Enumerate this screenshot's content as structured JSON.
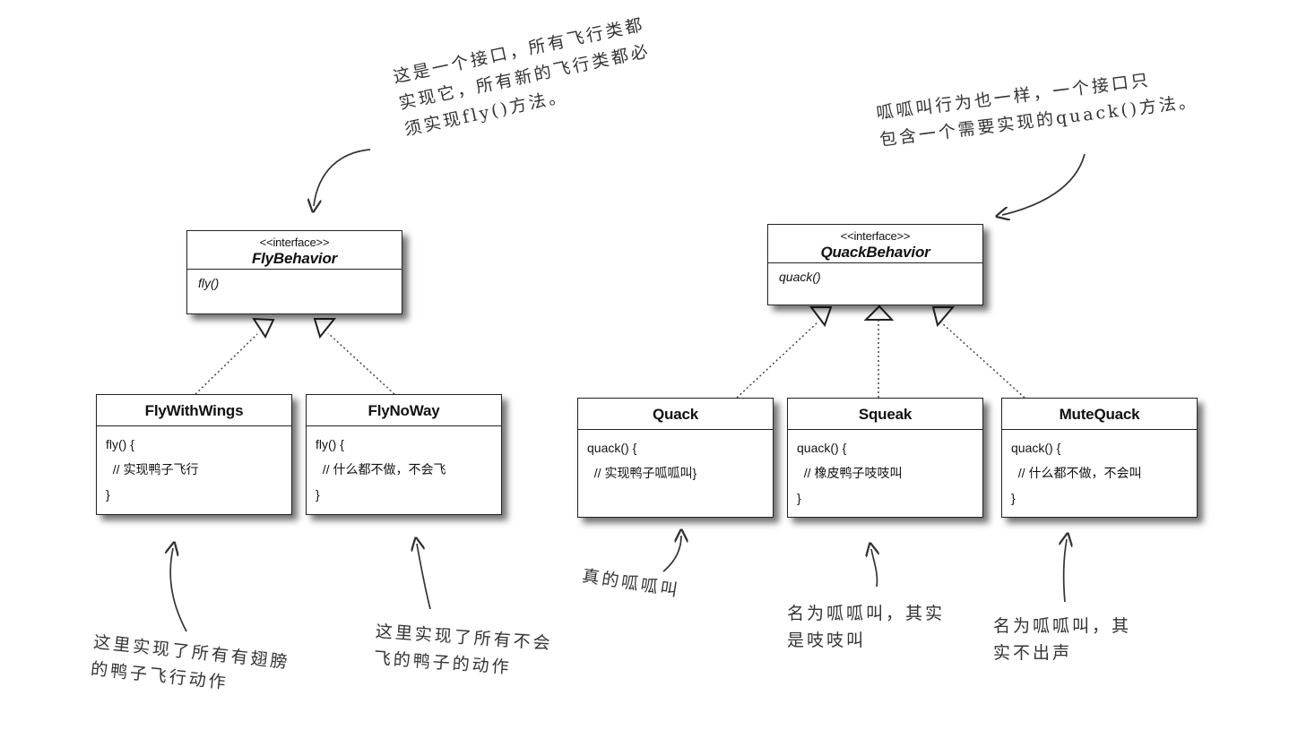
{
  "interfaces": {
    "fly": {
      "stereotype": "<<interface>>",
      "name": "FlyBehavior",
      "method": "fly()"
    },
    "quack": {
      "stereotype": "<<interface>>",
      "name": "QuackBehavior",
      "method": "quack()"
    }
  },
  "classes": {
    "fly_with_wings": {
      "name": "FlyWithWings",
      "body": "fly() {\n  // 实现鸭子飞行\n}"
    },
    "fly_no_way": {
      "name": "FlyNoWay",
      "body": "fly() {\n  // 什么都不做，不会飞\n}"
    },
    "quack": {
      "name": "Quack",
      "body": "quack() {\n  // 实现鸭子呱呱叫}"
    },
    "squeak": {
      "name": "Squeak",
      "body": "quack() {\n  // 橡皮鸭子吱吱叫\n}"
    },
    "mute_quack": {
      "name": "MuteQuack",
      "body": "quack() {\n  // 什么都不做，不会叫\n}"
    }
  },
  "notes": {
    "fly_interface": "这是一个接口，所有飞行类都\n实现它，所有新的飞行类都必\n须实现fly()方法。",
    "quack_interface": "呱呱叫行为也一样，一个接口只\n包含一个需要实现的quack()方法。",
    "fly_with_wings": "这里实现了所有有翅膀\n的鸭子飞行动作",
    "fly_no_way": "这里实现了所有不会\n飞的鸭子的动作",
    "quack": "真的呱呱叫",
    "squeak": "名为呱呱叫，其实\n是吱吱叫",
    "mute_quack": "名为呱呱叫，其\n实不出声"
  }
}
